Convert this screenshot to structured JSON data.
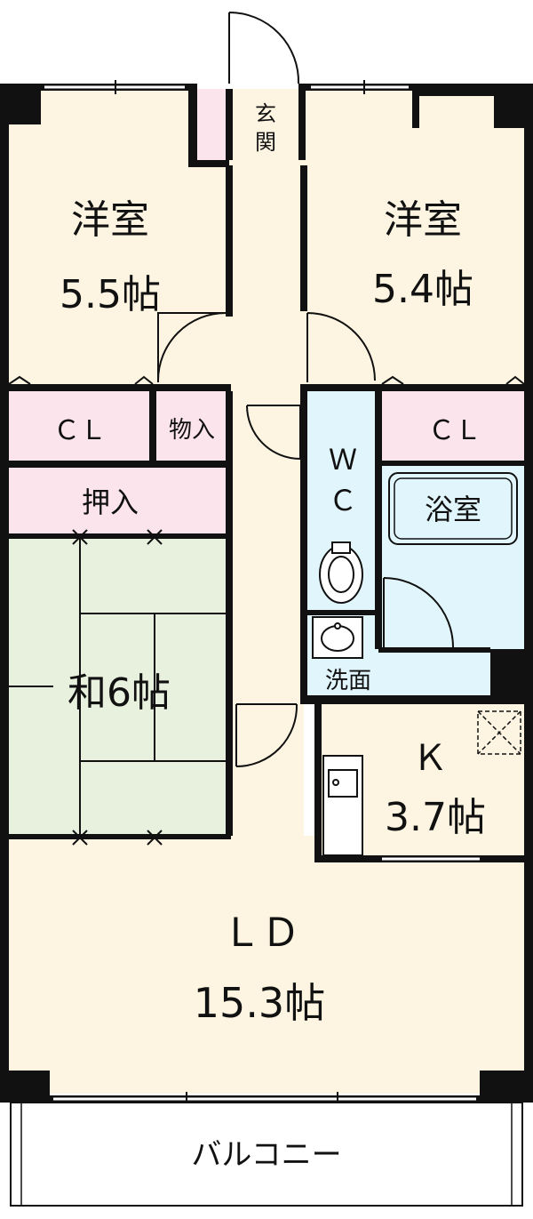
{
  "rooms": {
    "western_left": {
      "name": "洋室",
      "size": "5.5帖"
    },
    "western_right": {
      "name": "洋室",
      "size": "5.4帖"
    },
    "entrance": {
      "line1": "玄",
      "line2": "関"
    },
    "closet_left": {
      "name": "ＣＬ"
    },
    "closet_right": {
      "name": "ＣＬ"
    },
    "storage": {
      "name": "物入"
    },
    "oshiire": {
      "name": "押入"
    },
    "wc": {
      "line1": "Ｗ",
      "line2": "Ｃ"
    },
    "bath": {
      "name": "浴室"
    },
    "washroom": {
      "name": "洗面"
    },
    "japanese": {
      "name": "和6帖"
    },
    "kitchen": {
      "name": "Ｋ",
      "size": "3.7帖"
    },
    "living": {
      "name": "ＬＤ",
      "size": "15.3帖"
    },
    "balcony": {
      "name": "バルコニー"
    }
  },
  "colors": {
    "floor": "#fdf5e1",
    "closet": "#fce4ec",
    "water": "#e0f5fc",
    "tatami": "#e8f0de",
    "wall": "#111111"
  }
}
